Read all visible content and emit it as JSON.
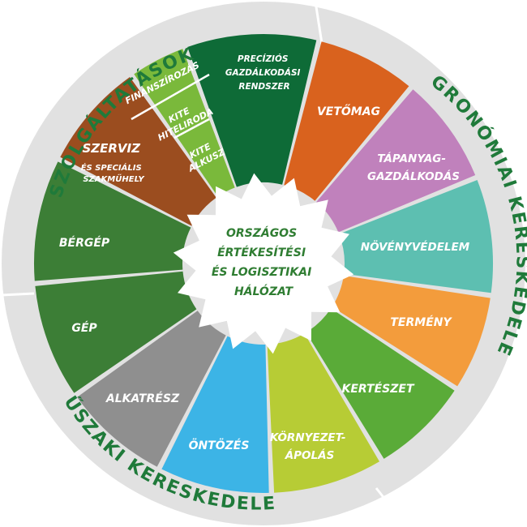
{
  "colors": {
    "ring": "#e1e1e1",
    "ring_text": "#1f7a3a",
    "center_fill": "#ffffff",
    "center_text": "#2f7d32",
    "segment_text": "#ffffff"
  },
  "ring_labels": {
    "services": "SZOLGÁLTATÁSOK",
    "agronomy": "AGRONÓMIAI KERESKEDELEM",
    "technical": "MŰSZAKI KERESKEDELEM"
  },
  "center": {
    "lines": [
      "ORSZÁGOS",
      "ÉRTÉKESÍTÉSI",
      "ÉS LOGISZTIKAI",
      "HÁLÓZAT"
    ]
  },
  "segments": [
    {
      "id": "precizios",
      "lines": [
        "PRECÍZIÓS",
        "GAZDÁLKODÁSI",
        "RENDSZER"
      ],
      "color": "#0e6b37"
    },
    {
      "id": "vetomag",
      "lines": [
        "VETŐMAG"
      ],
      "color": "#d9621e"
    },
    {
      "id": "tapanyag",
      "lines": [
        "TÁPANYAG-",
        "GAZDÁLKODÁS"
      ],
      "color": "#c081bc"
    },
    {
      "id": "novenyvedelem",
      "lines": [
        "NÖVÉNYVÉDELEM"
      ],
      "color": "#5dbfb1"
    },
    {
      "id": "termeny",
      "lines": [
        "TERMÉNY"
      ],
      "color": "#f39c3c"
    },
    {
      "id": "kerteszet",
      "lines": [
        "KERTÉSZET"
      ],
      "color": "#5aab38"
    },
    {
      "id": "kornyezet",
      "lines": [
        "KÖRNYEZET-",
        "ÁPOLÁS"
      ],
      "color": "#b7cc35"
    },
    {
      "id": "ontozes",
      "lines": [
        "ÖNTÖZÉS"
      ],
      "color": "#3cb4e6"
    },
    {
      "id": "alkatresz",
      "lines": [
        "ALKATRÉSZ"
      ],
      "color": "#8f8f8f"
    },
    {
      "id": "gep",
      "lines": [
        "GÉP"
      ],
      "color": "#3c7e36"
    },
    {
      "id": "bergep",
      "lines": [
        "BÉRGÉP"
      ],
      "color": "#3c7e36"
    },
    {
      "id": "szerviz",
      "lines": [
        "SZERVIZ",
        "ÉS SPECIÁLIS",
        "SZAKMŰHELY"
      ],
      "color": "#9b4d1f"
    },
    {
      "id": "kite",
      "lines": [],
      "color": "#7ab93b"
    }
  ],
  "kite_sub": [
    {
      "id": "finanszirozas",
      "lines": [
        "FINANSZÍROZÁS"
      ]
    },
    {
      "id": "hiteliroda",
      "lines": [
        "KITE",
        "HITELIRODA"
      ]
    },
    {
      "id": "alkusz",
      "lines": [
        "KITE",
        "ALKUSZ"
      ]
    }
  ]
}
